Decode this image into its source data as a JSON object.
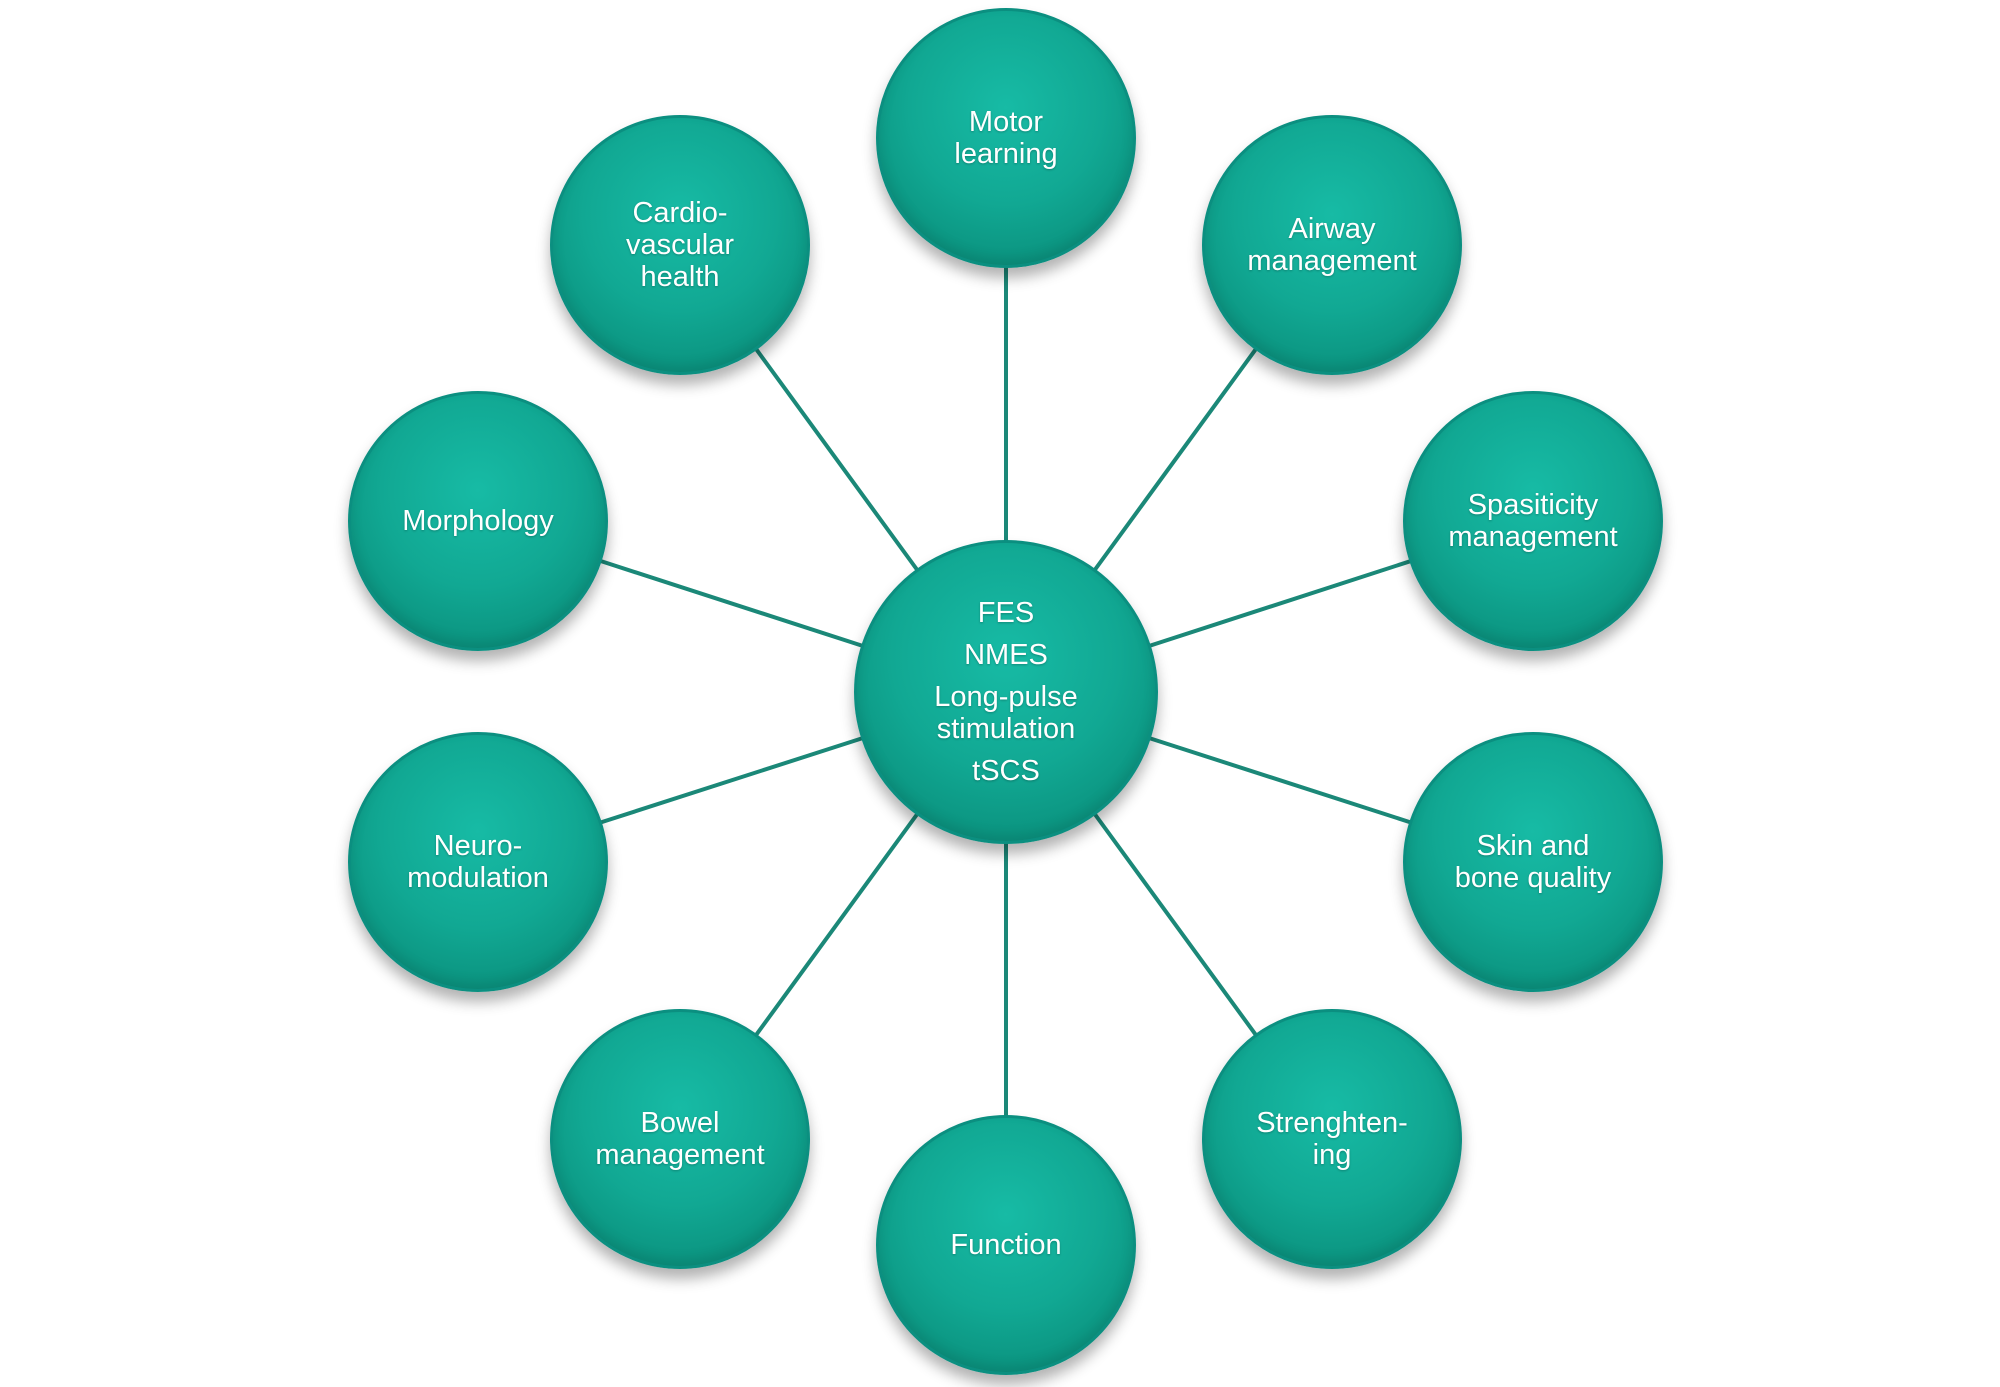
{
  "hub": {
    "lines": [
      "FES",
      "NMES",
      "Long-pulse\nstimulation",
      "tSCS"
    ]
  },
  "outcomes": [
    "Motor\nlearning",
    "Airway\nmanagement",
    "Spasiticity\nmanagement",
    "Skin and\nbone quality",
    "Strenghten-\ning",
    "Function",
    "Bowel\nmanagement",
    "Neuro-\nmodulation",
    "Morphology",
    "Cardio-\nvascular\nhealth"
  ],
  "colors": {
    "node_fill": "#12a894",
    "node_border": "#0b8f80",
    "connector": "#1b8878",
    "text": "#ffffff"
  }
}
